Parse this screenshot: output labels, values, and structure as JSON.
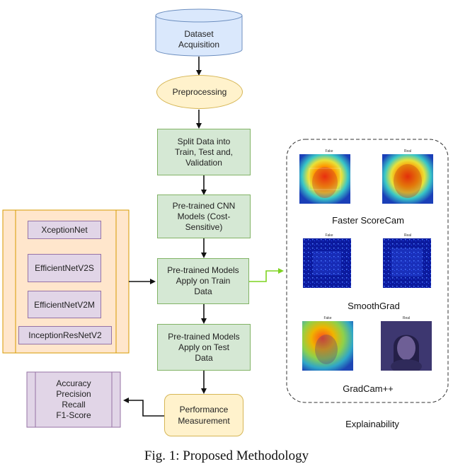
{
  "nodes": {
    "dataset": "Dataset\nAcquisition",
    "preprocessing": "Preprocessing",
    "split": "Split Data into\nTrain, Test and,\nValidation",
    "cnn": "Pre-trained CNN\nModels (Cost-\nSensitive)",
    "train": "Pre-trained Models\nApply on Train\nData",
    "test": "Pre-trained Models\nApply on Test\nData",
    "performance": "Performance\nMeasurement",
    "metrics": "Accuracy\nPrecision\nRecall\nF1-Score"
  },
  "models": [
    "XceptionNet",
    "EfficientNetV2S",
    "EfficientNetV2M",
    "InceptionResNetV2"
  ],
  "explainability": {
    "title": "Explainability",
    "methods": [
      "Faster ScoreCam",
      "SmoothGrad",
      "GradCam++"
    ],
    "image_labels": [
      "Fake",
      "Real"
    ]
  },
  "caption": "Fig. 1: Proposed Methodology",
  "colors": {
    "process_fill": "#d5e8d4",
    "process_border": "#82b366",
    "terminal_fill": "#fff2cc",
    "terminal_border": "#d6b656",
    "database_fill": "#dae8fc",
    "database_border": "#6c8ebf",
    "model_fill": "#e1d5e7",
    "model_border": "#9673a6",
    "panel_fill": "#ffe6cc",
    "panel_border": "#d79b00",
    "highlight_arrow": "#7ed321"
  }
}
